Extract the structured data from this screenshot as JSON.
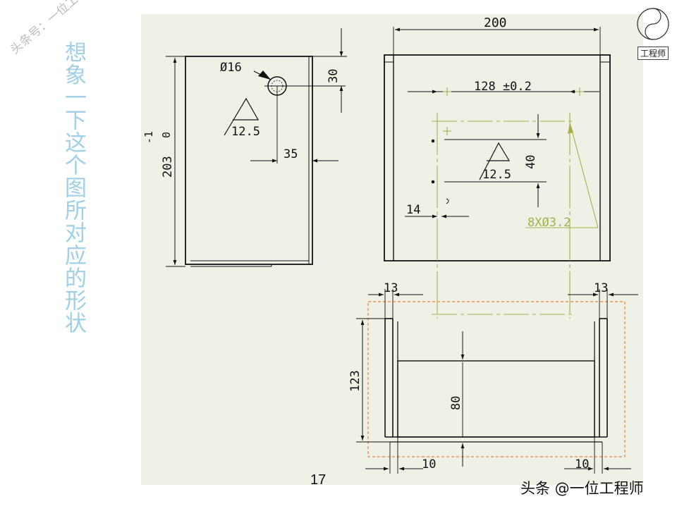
{
  "heading_vertical": "想象一下这个图所对应的形状",
  "watermark": "头条号：一位工程师",
  "logo_text": "工程师",
  "page_number": "17",
  "footer_credit": "头条 @一位工程师",
  "colors": {
    "drawing_bg": "#f0f1e6",
    "aux_line": "#a6b04a",
    "dashed_frame": "#f08030",
    "heading": "#9fd0e6"
  },
  "drawing": {
    "side_view": {
      "dim_height": "203",
      "tolerance_upper": "0",
      "tolerance_lower": "-1",
      "hole_dia": "Ø16",
      "hole_top": "30",
      "hole_side": "35",
      "roughness": "12.5"
    },
    "front_view": {
      "width": "200",
      "hole_span": "128 ±0.2",
      "hole_pitch": "40",
      "roughness": "12.5",
      "edge_offset": "14",
      "holes_note": "8XØ3.2"
    },
    "top_view": {
      "flange_left": "13",
      "flange_right": "13",
      "depth": "123",
      "inner_height": "80",
      "bottom_left": "10",
      "bottom_right": "10"
    }
  }
}
